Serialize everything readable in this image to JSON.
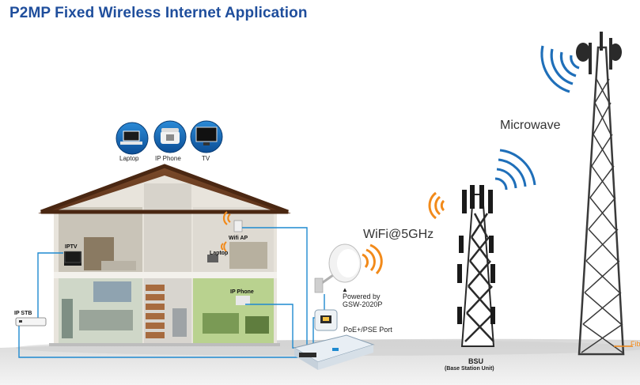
{
  "title": "P2MP Fixed Wireless Internet Application",
  "icons": [
    {
      "label": "Laptop",
      "icon": "laptop-icon"
    },
    {
      "label": "IP Phone",
      "icon": "phone-icon"
    },
    {
      "label": "TV",
      "icon": "tv-icon"
    }
  ],
  "house": {
    "iptv": "IPTV",
    "wifi_ap": "Wifi AP",
    "laptop": "Laptop",
    "ip_phone": "IP Phone",
    "ip_stb": "IP STB"
  },
  "cpe": {
    "powered_by": "Powered by",
    "model": "GSW-2020P",
    "poe_port": "PoE+/PSE Port"
  },
  "wireless": {
    "wifi": "WiFi@5GHz",
    "microwave": "Microwave"
  },
  "bsu": {
    "name": "BSU",
    "full_name": "(Base Station Unit)"
  },
  "fiber": "Fib"
}
